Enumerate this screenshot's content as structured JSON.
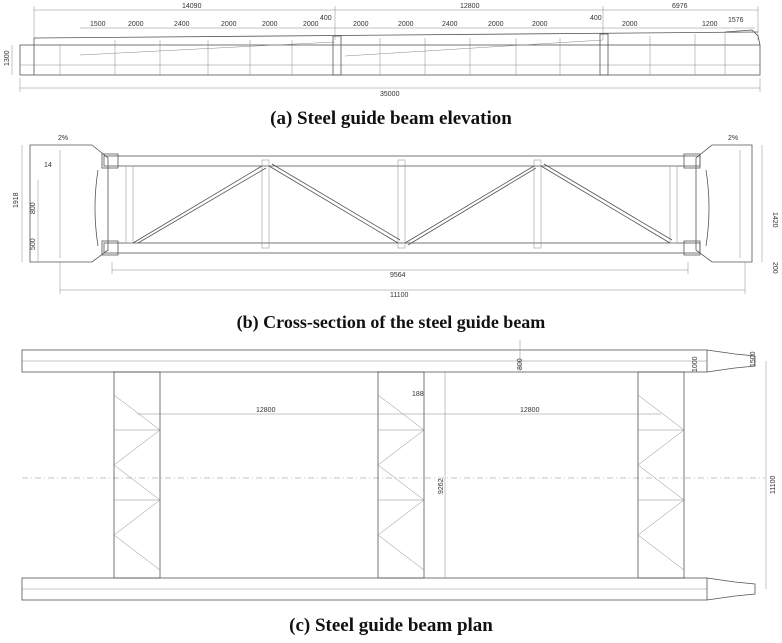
{
  "elevation": {
    "caption": "(a)  Steel guide beam elevation",
    "top_dims": [
      "14090",
      "400",
      "12800",
      "400",
      "6976"
    ],
    "sub_dims": [
      "1500",
      "2000",
      "2400",
      "2000",
      "2000",
      "2000",
      "2000",
      "2000",
      "2400",
      "2000",
      "2000",
      "2000",
      "1200",
      "1576"
    ],
    "height_dim": "1300",
    "total_dim": "35000"
  },
  "cross_section": {
    "caption": "(b) Cross-section of the steel guide beam",
    "slope_left": "2%",
    "slope_right": "2%",
    "dim_14": "14",
    "height_total": "1918",
    "dim_800": "800",
    "dim_500": "500",
    "right_height": "1420",
    "right_bottom": "200",
    "inner_width": "9564",
    "outer_width": "11100"
  },
  "plan": {
    "caption": "(c) Steel guide beam plan",
    "dim_800": "800",
    "dim_1000": "1000",
    "dim_1500": "1500",
    "span_left": "12800",
    "span_right": "12800",
    "dim_188": "188",
    "dim_9262": "9262",
    "dim_11100": "11100"
  }
}
